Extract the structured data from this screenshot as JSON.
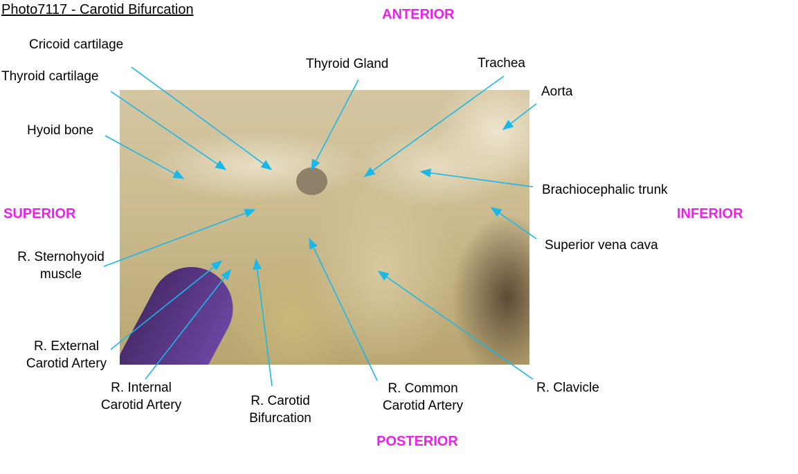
{
  "title": "Photo7117 - Carotid Bifurcation",
  "directions": {
    "anterior": "ANTERIOR",
    "posterior": "POSTERIOR",
    "superior": "SUPERIOR",
    "inferior": "INFERIOR"
  },
  "labels": {
    "cricoid": "Cricoid cartilage",
    "thyroid_cartilage": "Thyroid cartilage",
    "hyoid": "Hyoid bone",
    "thyroid_gland": "Thyroid Gland",
    "trachea": "Trachea",
    "aorta": "Aorta",
    "brachiocephalic": "Brachiocephalic trunk",
    "svc": "Superior vena cava",
    "sternohyoid_1": "R. Sternohyoid",
    "sternohyoid_2": "muscle",
    "ext_carotid_1": "R. External",
    "ext_carotid_2": "Carotid Artery",
    "int_carotid_1": "R. Internal",
    "int_carotid_2": "Carotid Artery",
    "bifurcation_1": "R. Carotid",
    "bifurcation_2": "Bifurcation",
    "common_carotid_1": "R. Common",
    "common_carotid_2": "Carotid Artery",
    "clavicle": "R. Clavicle"
  },
  "colors": {
    "leader": "#1ab8e8",
    "direction": "#ee1fee"
  }
}
